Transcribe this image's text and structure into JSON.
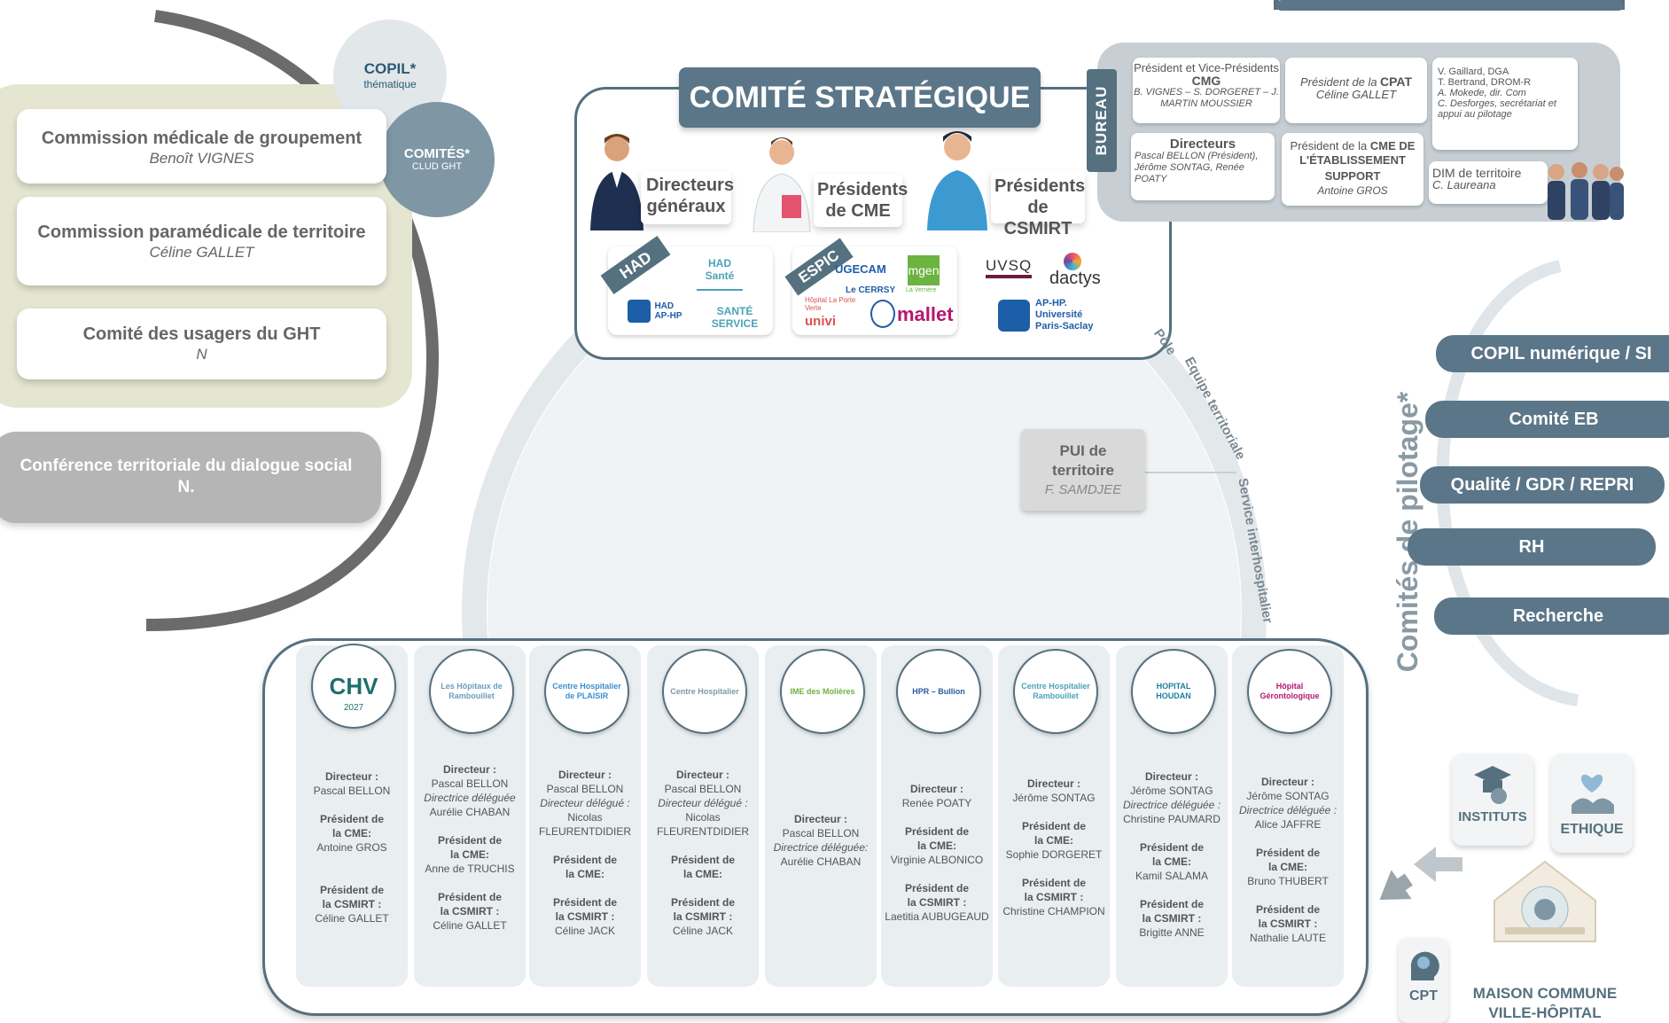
{
  "left": {
    "copil_title": "COPIL*",
    "copil_sub": "thématique",
    "comites_title": "COMITÉS*",
    "comites_sub": "CLUD GHT",
    "commissions": [
      {
        "title": "Commission médicale de groupement",
        "person": "Benoît VIGNES"
      },
      {
        "title": "Commission paramédicale de territoire",
        "person": "Céline GALLET"
      },
      {
        "title": "Comité des usagers du GHT",
        "person": "N"
      }
    ],
    "conference_title": "Conférence territoriale du dialogue social",
    "conference_person": "N."
  },
  "strategic": {
    "title": "COMITÉ STRATÉGIQUE",
    "groups": [
      "Directeurs généraux",
      "Présidents de CME",
      "Présidents de CSMIRT"
    ],
    "had_label": "HAD",
    "espic_label": "ESPIC",
    "logos": {
      "had_sante": "HAD Santé",
      "had_aphp": "HAD AP-HP",
      "sante_service": "SANTÉ SERVICE",
      "ugecam": "UGECAM",
      "mgen": "mgen",
      "la_verriere": "La Verrière",
      "le_cerrsy": "Le CERRSY",
      "porte_verte": "Hôpital La Porte Verte",
      "univi": "univi",
      "mallet": "mallet",
      "uvsq": "UVSQ",
      "dactys": "dactys",
      "aphp_saclay": "AP-HP. Université Paris-Saclay"
    }
  },
  "bureau": {
    "label": "BUREAU",
    "cmg_pre": "Président et Vice-Présidents",
    "cmg_bold": "CMG",
    "cmg_people": "B. VIGNES – S. DORGERET – J. MARTIN MOUSSIER",
    "cpat_pre": "Président de la",
    "cpat_bold": "CPAT",
    "cpat_person": "Céline GALLET",
    "dga_lines": [
      "V. Gaillard, DGA",
      "T. Bertrand, DROM-R",
      "A. Mokede, dir. Com",
      "C. Desforges, secrétariat et appui au pilotage"
    ],
    "directeurs_title": "Directeurs",
    "directeurs_people": "Pascal BELLON (Président), Jérôme SONTAG, Renée POATY",
    "cme_pre": "Président de la",
    "cme_bold1": "CME DE",
    "cme_bold2": "L'ÉTABLISSEMENT SUPPORT",
    "cme_person": "Antoine GROS",
    "dim_title": "DIM de territoire",
    "dim_person": "C. Laureana"
  },
  "center": {
    "arc_text1": "Pôle",
    "arc_text2": "Equipe territoriale",
    "arc_text3": "Service interhospitalier",
    "pui_title": "PUI de territoire",
    "pui_person": "F. SAMDJEE"
  },
  "pilotage": {
    "vertical_label": "Comités de pilotage*",
    "items": [
      "COPIL numérique / SI",
      "Comité EB",
      "Qualité / GDR / REPRI",
      "RH",
      "Recherche"
    ]
  },
  "bottom_right": {
    "instituts": "INSTITUTS",
    "ethique": "ETHIQUE",
    "cpt": "CPT",
    "maison": "MAISON COMMUNE VILLE-HÔPITAL"
  },
  "hospitals": [
    {
      "logo": "CHV",
      "logo_sub": "2027",
      "lines": [
        {
          "t": "Directeur  :",
          "b": true
        },
        {
          "t": "Pascal BELLON"
        },
        {
          "t": ""
        },
        {
          "t": "Président de la CME:",
          "b": true
        },
        {
          "t": "Antoine GROS"
        },
        {
          "t": ""
        },
        {
          "t": ""
        },
        {
          "t": "Président de la CSMIRT :",
          "b": true
        },
        {
          "t": "Céline GALLET"
        }
      ]
    },
    {
      "logo": "Les Hôpitaux de Rambouillet",
      "lines": [
        {
          "t": "Directeur :",
          "b": true
        },
        {
          "t": "Pascal BELLON"
        },
        {
          "t": "Directrice déléguée",
          "i": true
        },
        {
          "t": "Aurélie CHABAN"
        },
        {
          "t": ""
        },
        {
          "t": "Président de la CME:",
          "b": true
        },
        {
          "t": "Anne de TRUCHIS"
        },
        {
          "t": ""
        },
        {
          "t": "Président de la CSMIRT :",
          "b": true
        },
        {
          "t": "Céline GALLET"
        }
      ]
    },
    {
      "logo": "Centre Hospitalier de PLAISIR",
      "lines": [
        {
          "t": "Directeur :",
          "b": true
        },
        {
          "t": "Pascal BELLON"
        },
        {
          "t": "Directeur délégué :",
          "i": true
        },
        {
          "t": "Nicolas FLEURENTDIDIER"
        },
        {
          "t": ""
        },
        {
          "t": "Président de la CME:",
          "b": true
        },
        {
          "t": ""
        },
        {
          "t": "Président de la CSMIRT :",
          "b": true
        },
        {
          "t": "Céline JACK"
        }
      ]
    },
    {
      "logo": "Centre Hospitalier",
      "lines": [
        {
          "t": "Directeur :",
          "b": true
        },
        {
          "t": "Pascal BELLON"
        },
        {
          "t": "Directeur délégué :",
          "i": true
        },
        {
          "t": "Nicolas FLEURENTDIDIER"
        },
        {
          "t": ""
        },
        {
          "t": "Président de la CME:",
          "b": true
        },
        {
          "t": ""
        },
        {
          "t": "Président de la CSMIRT :",
          "b": true
        },
        {
          "t": "Céline JACK"
        }
      ]
    },
    {
      "logo": "IME des Molières",
      "lines": [
        {
          "t": "Directeur :",
          "b": true
        },
        {
          "t": "Pascal BELLON"
        },
        {
          "t": "Directrice déléguée:",
          "i": true
        },
        {
          "t": "Aurélie CHABAN"
        }
      ]
    },
    {
      "logo": "HPR – Bullion",
      "lines": [
        {
          "t": "Directeur :",
          "b": true
        },
        {
          "t": "Renée POATY"
        },
        {
          "t": ""
        },
        {
          "t": "Président de la CME:",
          "b": true
        },
        {
          "t": "Virginie ALBONICO"
        },
        {
          "t": ""
        },
        {
          "t": "Président de la CSMIRT :",
          "b": true
        },
        {
          "t": "Laetitia AUBUGEAUD"
        }
      ]
    },
    {
      "logo": "Centre Hospitalier Rambouillet",
      "lines": [
        {
          "t": "Directeur :",
          "b": true
        },
        {
          "t": "Jérôme SONTAG"
        },
        {
          "t": ""
        },
        {
          "t": "Président de la CME:",
          "b": true
        },
        {
          "t": "Sophie DORGERET"
        },
        {
          "t": ""
        },
        {
          "t": "Président de la CSMIRT :",
          "b": true
        },
        {
          "t": "Christine CHAMPION"
        }
      ]
    },
    {
      "logo": "HOPITAL HOUDAN",
      "lines": [
        {
          "t": "Directeur :",
          "b": true
        },
        {
          "t": "Jérôme SONTAG"
        },
        {
          "t": "Directrice déléguée :",
          "i": true
        },
        {
          "t": "Christine PAUMARD"
        },
        {
          "t": ""
        },
        {
          "t": "Président de la CME:",
          "b": true
        },
        {
          "t": "Kamil SALAMA"
        },
        {
          "t": ""
        },
        {
          "t": "Président de la CSMIRT :",
          "b": true
        },
        {
          "t": "Brigitte ANNE"
        }
      ]
    },
    {
      "logo": "Hôpital Gérontologique",
      "lines": [
        {
          "t": "Directeur :",
          "b": true
        },
        {
          "t": "Jérôme SONTAG"
        },
        {
          "t": "Directrice déléguée :",
          "i": true
        },
        {
          "t": "Alice JAFFRE"
        },
        {
          "t": ""
        },
        {
          "t": "Président de la CME:",
          "b": true
        },
        {
          "t": "Bruno THUBERT"
        },
        {
          "t": ""
        },
        {
          "t": "Président de la CSMIRT :",
          "b": true
        },
        {
          "t": "Nathalie LAUTE"
        }
      ]
    }
  ]
}
